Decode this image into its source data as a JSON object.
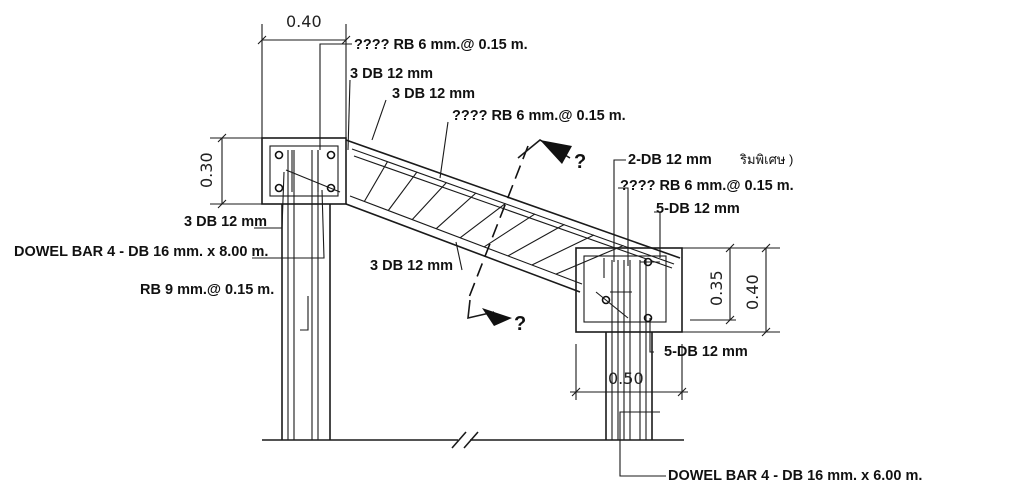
{
  "labels": {
    "top_stirrup": "???? RB 6 mm.@ 0.15 m.",
    "top_3db_a": "3 DB 12 mm",
    "top_3db_b": "3 DB 12 mm",
    "slab_stirrup": "???? RB 6 mm.@ 0.15 m.",
    "extra_2db": "2-DB 12 mm",
    "extra_note": "ริมพิเศษ )",
    "right_stirrup": "???? RB 6 mm.@ 0.15 m.",
    "right_5db_top": "5-DB 12 mm",
    "left_3db_bottom": "3 DB 12 mm",
    "dowel_left": "DOWEL BAR 4 - DB 16 mm. x 8.00 m.",
    "slab_3db_bottom": "3 DB 12 mm",
    "rb9": "RB 9 mm.@ 0.15 m.",
    "right_5db_bottom": "5-DB 12 mm",
    "dowel_right": "DOWEL BAR 4 - DB 16 mm. x 6.00 m."
  },
  "dimensions": {
    "left_width": "0.40",
    "left_height": "0.30",
    "right_height_inner": "0.35",
    "right_height_outer": "0.40",
    "right_width": "0.50"
  },
  "section_marks": {
    "upper": "?",
    "lower": "?"
  }
}
